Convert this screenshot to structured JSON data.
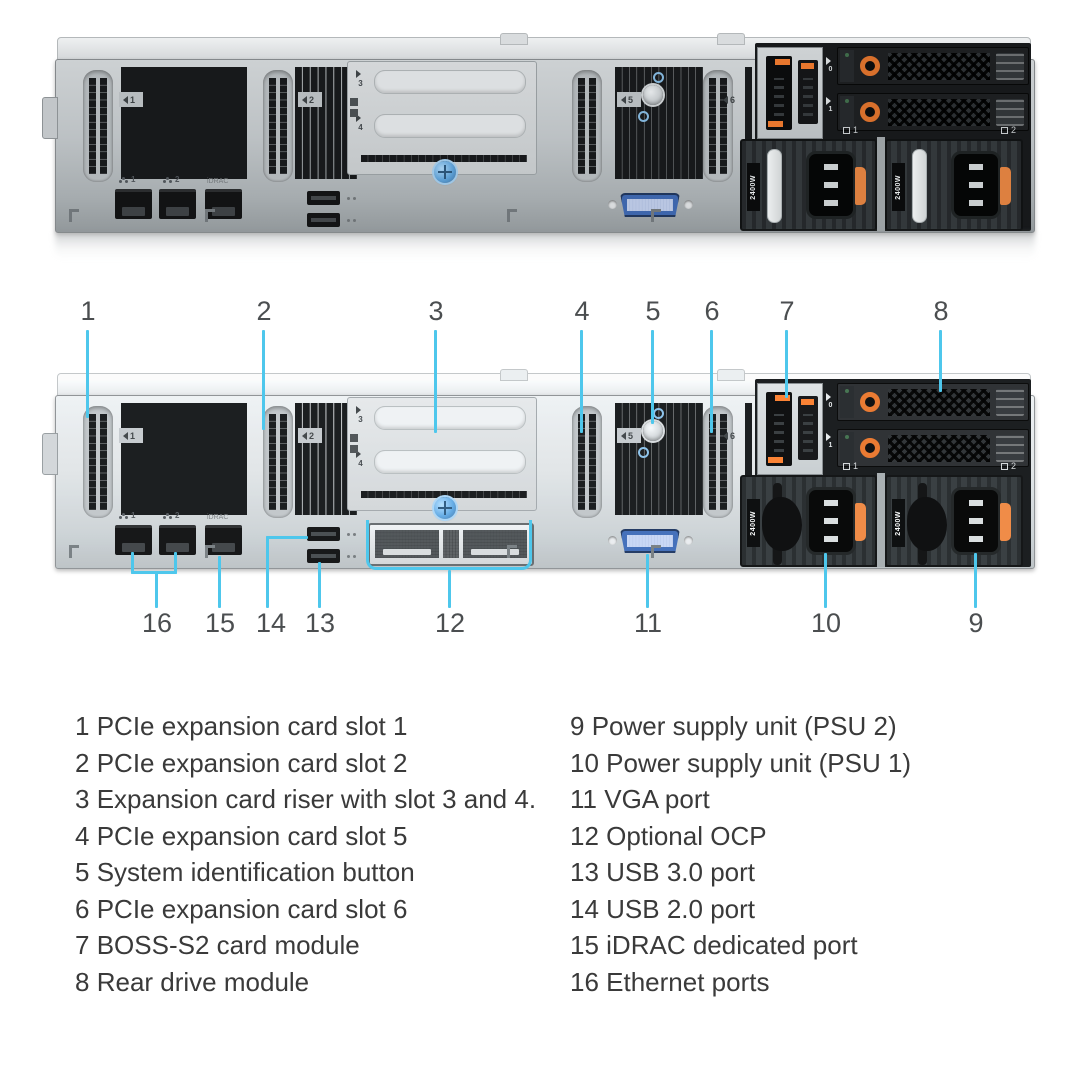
{
  "colors": {
    "callout_line": "#4EC7EC",
    "accent_orange": "#E8772E",
    "vga_blue": "#3E66AC",
    "thumbscrew_blue": "#64A8DC"
  },
  "callouts": {
    "top": [
      "1",
      "2",
      "3",
      "4",
      "5",
      "6",
      "7",
      "8"
    ],
    "bottom": [
      "16",
      "15",
      "14",
      "13",
      "12",
      "11",
      "10",
      "9"
    ]
  },
  "server_markers": {
    "slot1": "1",
    "slot2": "2",
    "slot5": "5",
    "slot6": "6",
    "riser_slot3": "3",
    "riser_slot4": "4",
    "nic1": "1",
    "nic2": "2",
    "idrac": "iDRAC",
    "drive0": "0",
    "drive1": "1",
    "psu_bay1": "1",
    "psu_bay2": "2",
    "psu_wattage": "2400W"
  },
  "legend": {
    "left": [
      {
        "number": "1",
        "label": "PCIe expansion card slot 1"
      },
      {
        "number": "2",
        "label": "PCIe expansion card slot 2"
      },
      {
        "number": "3",
        "label": "Expansion card riser with slot 3 and 4."
      },
      {
        "number": "4",
        "label": "PCIe expansion card slot 5"
      },
      {
        "number": "5",
        "label": "System identification button"
      },
      {
        "number": "6",
        "label": "PCIe expansion card slot 6"
      },
      {
        "number": "7",
        "label": "BOSS-S2 card module"
      },
      {
        "number": "8",
        "label": "Rear drive module"
      }
    ],
    "right": [
      {
        "number": "9",
        "label": "Power supply unit (PSU 2)"
      },
      {
        "number": "10",
        "label": "Power supply unit (PSU 1)"
      },
      {
        "number": "11",
        "label": "VGA port"
      },
      {
        "number": "12",
        "label": "Optional OCP"
      },
      {
        "number": "13",
        "label": "USB 3.0 port"
      },
      {
        "number": "14",
        "label": "USB 2.0 port"
      },
      {
        "number": "15",
        "label": "iDRAC dedicated port"
      },
      {
        "number": "16",
        "label": "Ethernet ports"
      }
    ]
  }
}
